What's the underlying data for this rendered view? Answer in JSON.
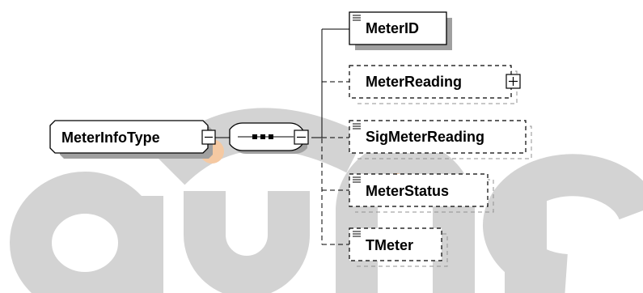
{
  "diagram": {
    "root": {
      "label": "MeterInfoType",
      "collapse_toggle": "minus"
    },
    "compositor": {
      "kind": "sequence",
      "collapse_toggle": "minus"
    },
    "children": [
      {
        "label": "MeterID",
        "optional": false,
        "has_children": false,
        "has_documentation": true
      },
      {
        "label": "MeterReading",
        "optional": true,
        "has_children": true,
        "has_documentation": false,
        "expand_toggle": "plus"
      },
      {
        "label": "SigMeterReading",
        "optional": true,
        "has_children": false,
        "has_documentation": true
      },
      {
        "label": "MeterStatus",
        "optional": true,
        "has_children": false,
        "has_documentation": true
      },
      {
        "label": "TMeter",
        "optional": true,
        "has_children": false,
        "has_documentation": true
      }
    ]
  },
  "watermark": {
    "text": "aúans",
    "colors": {
      "letters": "#d3d3d3",
      "accent": "#f5c9a2"
    }
  },
  "colors": {
    "box_shadow": "#a0a0a0",
    "stroke": "#000000",
    "background": "#ffffff"
  }
}
